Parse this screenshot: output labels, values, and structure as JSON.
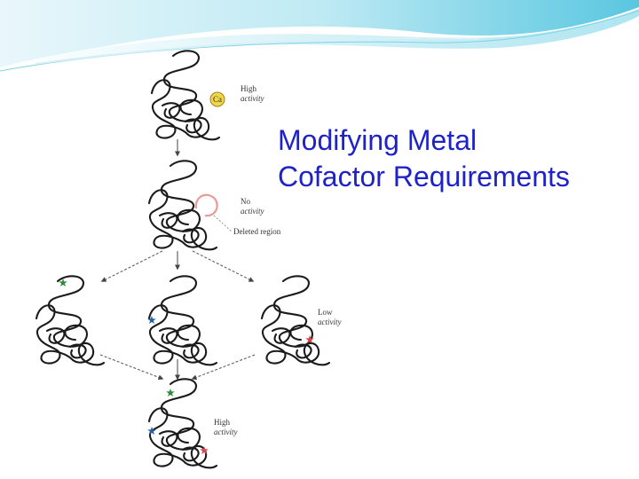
{
  "slide": {
    "title_line1": "Modifying Metal",
    "title_line2": "Cofactor Requirements"
  },
  "figure": {
    "metal_ion": "Ca",
    "labels": {
      "high_activity_top_1": "High",
      "high_activity_top_2": "activity",
      "no_activity_1": "No",
      "no_activity_2": "activity",
      "deleted_region": "Deleted region",
      "low_activity_1": "Low",
      "low_activity_2": "activity",
      "high_activity_bottom_1": "High",
      "high_activity_bottom_2": "activity"
    },
    "colors": {
      "title": "#1e22c9",
      "metal_ion": "#f2d64a",
      "deleted_loop": "#e89a96",
      "mutation_green": "#2e8b3a",
      "mutation_blue": "#2a5fa8",
      "mutation_red": "#d8454a"
    }
  }
}
